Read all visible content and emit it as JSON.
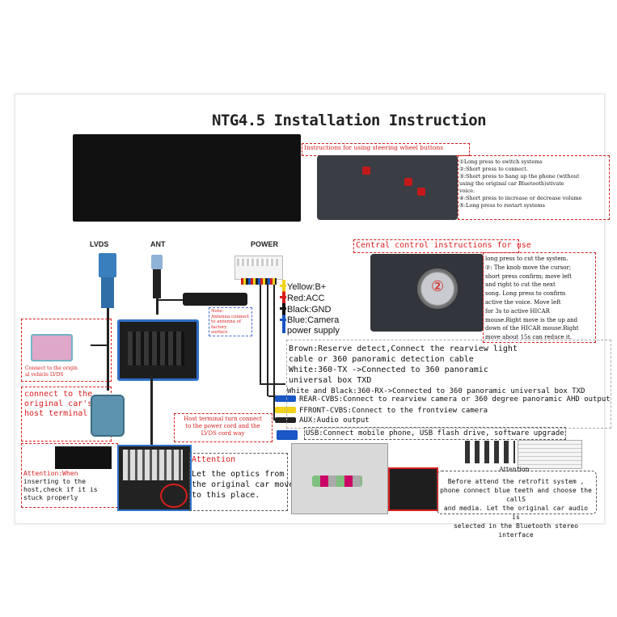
{
  "title": "NTG4.5 Installation Instruction",
  "ports": {
    "lvds": "LVDS",
    "ant": "ANT",
    "power": "POWER"
  },
  "steering": {
    "heading": "Instructions for using steering wheel buttons",
    "lines": [
      "①Long press to switch systems",
      "②:Short press to connect.",
      "③:Short press to hang up the phone (without",
      "using the original car Bluetooth)stivate",
      "voice.",
      "④:Short press to increase or decrease volume",
      "⑤:Long press to restart systems"
    ]
  },
  "central": {
    "heading": "Central control instructions for use",
    "knob_label": "②",
    "lines": [
      "long press to cut the system.",
      "②: The knob move the cursor;",
      "short press confirm; move left",
      "and right to cut the next",
      "song. Long press to confirm",
      "active the voice. Move left",
      "for 3s to active HICAR",
      "mouse.Right move is the up and",
      "down of the HICAR mouse.Right",
      "move about 15s can reduce it."
    ]
  },
  "power_wires": {
    "yellow": "Yellow:B+",
    "red": "Red:ACC",
    "black": "Black:GND",
    "blue": "Blue:Camera power supply"
  },
  "brown_block": [
    "Brown:Reserve detect,Connect the rearview light",
    "cable or 360 panoramic detection cable",
    "White:360-TX ->Connected to 360 panoramic",
    "universal box TXD"
  ],
  "cables": [
    "White and Black:360-RX->Connected to 360 panoramic universal box TXD",
    "REAR-CVBS:Connect to rearview camera or 360 degree panoramic AHD output",
    "FFRONT-CVBS:Connect to the frontview camera",
    "AUX:Audio output",
    "USB:Connect mobile phone, USB flash drive, software upgrade"
  ],
  "ant_note": [
    "Note:",
    "Antenna connect",
    "to antenna of",
    "factory",
    "surface"
  ],
  "lvds_note": [
    "Connect to the origin",
    "al vehicle LVDS"
  ],
  "host_connect": [
    "connect to the",
    "original car's",
    "host terminal"
  ],
  "host_terminal": [
    "Host terminal turn connect",
    "to the power cord and the",
    "LVDS cord way"
  ],
  "attention_left": [
    "Attention:When",
    "inserting to the",
    "host,check if it is",
    "stuck properly"
  ],
  "attention_mid": {
    "heading": "Attention",
    "lines": [
      "Let the optics from",
      "the original car move",
      "to this place."
    ]
  },
  "attention_right": {
    "heading": "Attention",
    "lines": [
      "Before attend the retrofit system ,",
      "phone connect blue teeth and choose the callS",
      "and media. Let the original car audio is",
      "selected in the Bluetooth stereo interface"
    ]
  },
  "colors": {
    "red": "#d81e1e",
    "blue": "#1a56c4",
    "yellow": "#f2d21b",
    "dark": "#111111"
  }
}
